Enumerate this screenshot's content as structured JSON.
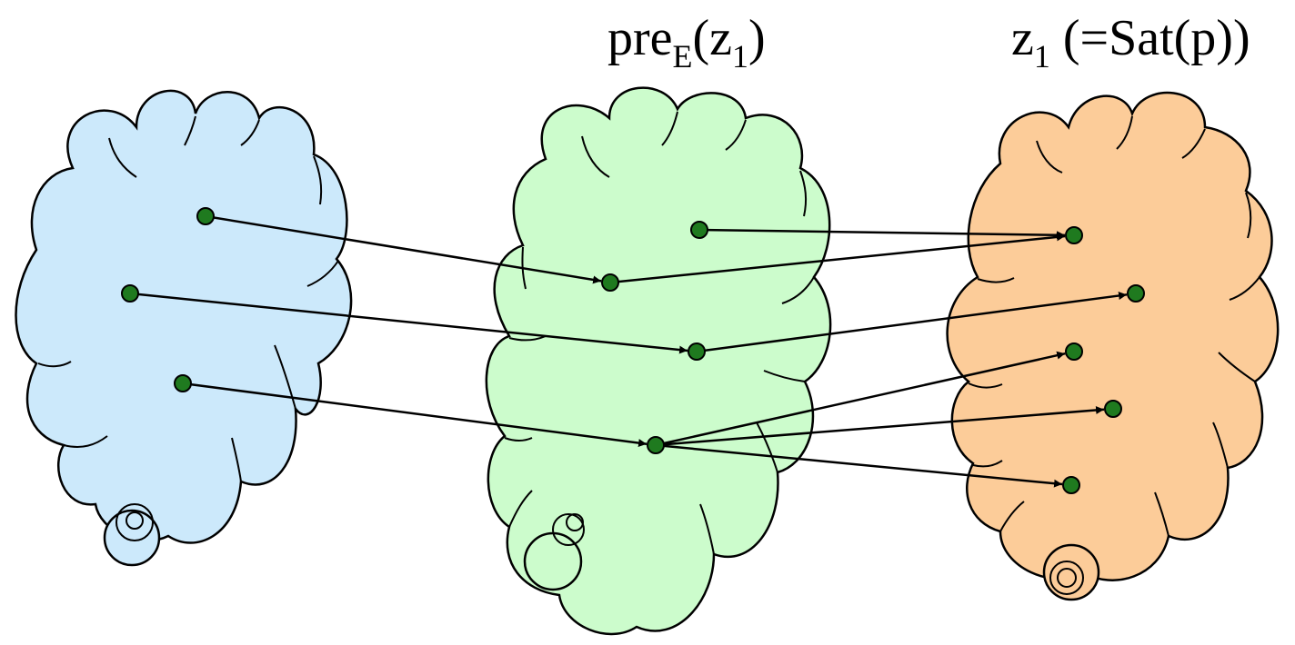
{
  "labels": {
    "middle": {
      "base": "pre",
      "sub": "E",
      "arg_open": "(z",
      "arg_sub": "1",
      "arg_close": ")"
    },
    "right": {
      "base": "z",
      "sub": "1",
      "rest": " (=Sat(p))"
    }
  },
  "colors": {
    "left_cloud": "#cce9fb",
    "middle_cloud": "#ccfccc",
    "right_cloud": "#fccc99",
    "state_dot": "#1f7a1f"
  },
  "edges": [
    {
      "from": "left-state-1",
      "to": "middle-state-2"
    },
    {
      "from": "left-state-2",
      "to": "middle-state-3"
    },
    {
      "from": "left-state-3",
      "to": "middle-state-4"
    },
    {
      "from": "middle-state-1",
      "to": "right-state-1"
    },
    {
      "from": "middle-state-2",
      "to": "right-state-1"
    },
    {
      "from": "middle-state-3",
      "to": "right-state-2"
    },
    {
      "from": "middle-state-4",
      "to": "right-state-3"
    },
    {
      "from": "middle-state-4",
      "to": "right-state-4"
    },
    {
      "from": "middle-state-4",
      "to": "right-state-5"
    }
  ]
}
